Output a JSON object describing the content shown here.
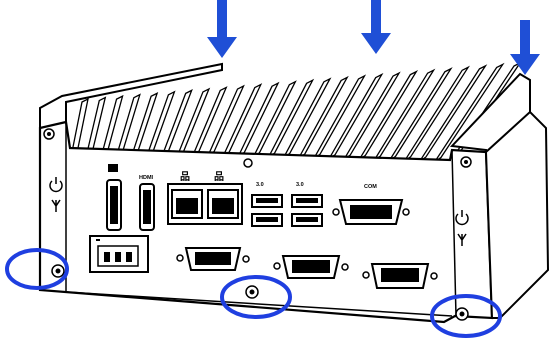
{
  "illustration": {
    "subject": "fanless-box-pc-front-view",
    "accent_color": "#1f4fd6",
    "highlight_color": "#1f3fe0",
    "line_color": "#000000",
    "background_color": "#ffffff",
    "arrow_count": 3,
    "highlighted_screw_count": 3,
    "port_labels": {
      "hdmi": "HDMI",
      "usb_left": "3.0",
      "usb_right": "3.0",
      "com_top": "COM"
    },
    "icons": [
      "arrow-down-icon",
      "power-icon",
      "antenna-icon",
      "screw-icon",
      "lan-icon",
      "usb-icon"
    ]
  }
}
